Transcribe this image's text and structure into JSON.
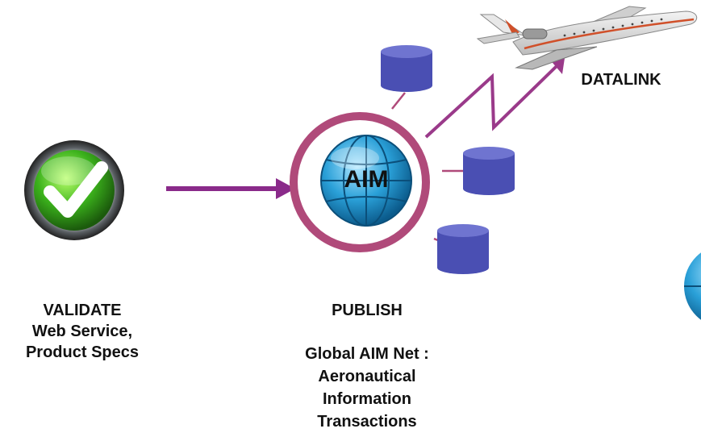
{
  "validate": {
    "title": "VALIDATE",
    "line1": "Web Service,",
    "line2": "Product Specs"
  },
  "publish": {
    "title": "PUBLISH",
    "desc": [
      "Global AIM Net :",
      "Aeronautical",
      "Information",
      "Transactions"
    ]
  },
  "aim_globe_label": "AIM",
  "datalink_label": "DATALINK",
  "icons": [
    "check-badge-icon",
    "aim-globe-icon",
    "database-icon",
    "airplane-icon",
    "lightning-link-icon"
  ],
  "colors": {
    "arrow": "#8a2a8a",
    "ring": "#b04a7a",
    "db": "#4a4fb3",
    "db_top": "#6f74d0",
    "globe": "#2aa0d8"
  }
}
